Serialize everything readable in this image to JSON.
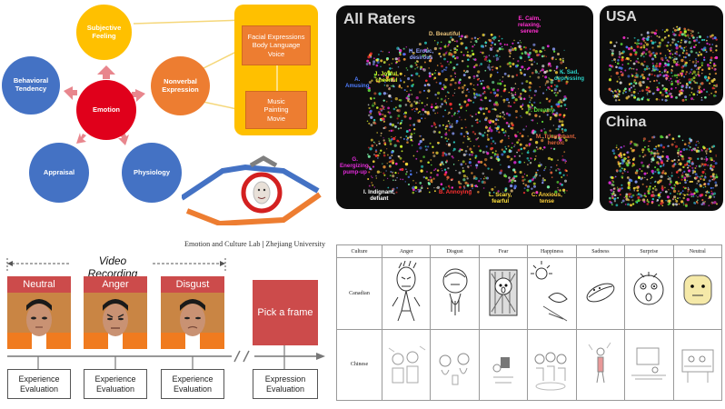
{
  "emotion_diagram": {
    "center": "Emotion",
    "nodes": [
      {
        "key": "subjective",
        "label": "Subjective Feeling",
        "color": "#ffc000"
      },
      {
        "key": "nonverbal",
        "label": "Nonverbal Expression",
        "color": "#ed7d31"
      },
      {
        "key": "physiology",
        "label": "Physiology",
        "color": "#4472c4"
      },
      {
        "key": "appraisal",
        "label": "Appraisal",
        "color": "#4472c4"
      },
      {
        "key": "behavioral",
        "label": "Behavioral Tendency",
        "color": "#4472c4"
      }
    ],
    "center_color": "#e0001b",
    "expression_box": "Facial Expressions\nBody Language\nVoice",
    "art_box": "Music\nPainting\nMovie"
  },
  "all_raters": {
    "title": "All Raters",
    "labels": [
      {
        "key": "beautiful",
        "text": "D. Beautiful",
        "color": "#e8c27a"
      },
      {
        "key": "calm",
        "text": "E. Calm,\nrelaxing,\nserene",
        "color": "#ff2fd0"
      },
      {
        "key": "erotic",
        "text": "H. Erotic,\ndesirous",
        "color": "#8fa0ff"
      },
      {
        "key": "joyful",
        "text": "J. Joyful,\ncheerful",
        "color": "#d8ff2a"
      },
      {
        "key": "amusing",
        "text": "A.\nAmusing",
        "color": "#4f7dff"
      },
      {
        "key": "sad",
        "text": "K. Sad,\ndepressing",
        "color": "#2ad1c7"
      },
      {
        "key": "dreamy",
        "text": "F. Dreamy",
        "color": "#5fe03a"
      },
      {
        "key": "triumphant",
        "text": "M. Triumphant,\nheroic",
        "color": "#e0633a"
      },
      {
        "key": "energizing",
        "text": "G.\nEnergizing,\npump-up",
        "color": "#e02ad8"
      },
      {
        "key": "indignant",
        "text": "I. Indignant,\ndefiant",
        "color": "#ffffff"
      },
      {
        "key": "annoying",
        "text": "B. Annoying",
        "color": "#ff3030"
      },
      {
        "key": "scary",
        "text": "L. Scary,\nfearful",
        "color": "#ffe23a"
      },
      {
        "key": "anxious",
        "text": "C. Anxious,\ntense",
        "color": "#ffd23a"
      }
    ]
  },
  "usa_panel": {
    "title": "USA"
  },
  "china_panel": {
    "title": "China"
  },
  "lab_caption": "Emotion and Culture Lab",
  "lab_separator": "|",
  "lab_university": "Zhejiang University",
  "video": {
    "title": "Video Recording",
    "faces": [
      {
        "label": "Neutral"
      },
      {
        "label": "Anger"
      },
      {
        "label": "Disgust"
      }
    ],
    "pick_frame": "Pick a frame",
    "eval_labels": [
      "Experience\nEvaluation",
      "Experience\nEvaluation",
      "Experience\nEvaluation"
    ],
    "expr_eval": "Expression\nEvaluation",
    "accent": "#cc4b4b"
  },
  "culture_table": {
    "headers": [
      "Culture",
      "Anger",
      "Disgust",
      "Fear",
      "Happiness",
      "Sadness",
      "Surprise",
      "Neutral"
    ],
    "rows": [
      {
        "culture": "Canadian"
      },
      {
        "culture": "Chinese"
      }
    ]
  }
}
